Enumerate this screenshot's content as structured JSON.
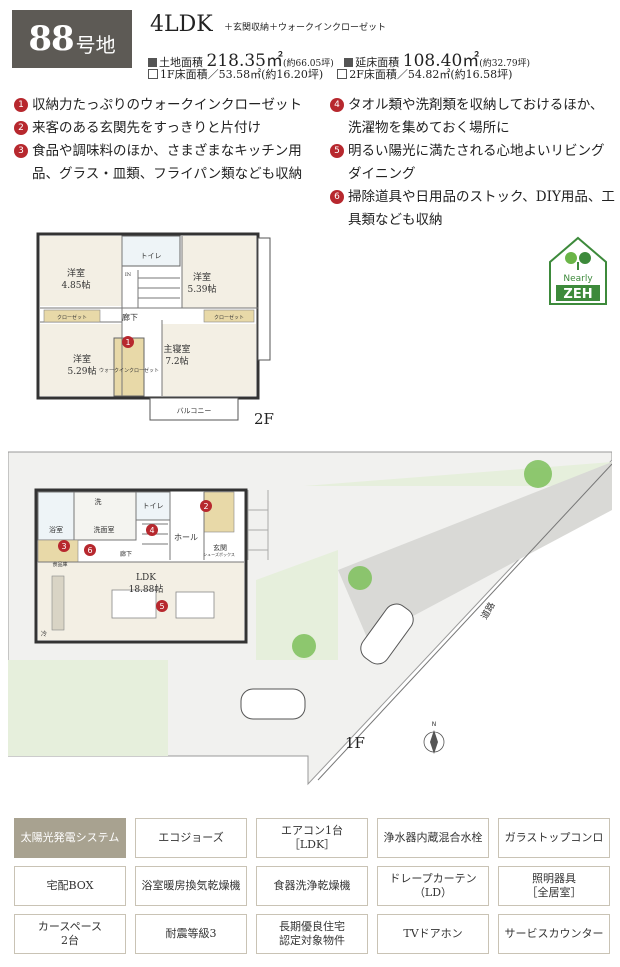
{
  "header": {
    "lot_number": "88",
    "lot_suffix": "号地",
    "plan_type": "4LDK",
    "plan_note": "＋玄関収納＋ウォークインクローゼット",
    "land_area_label": "土地面積",
    "land_area_value": "218.35㎡",
    "land_area_tsubo": "(約66.05坪)",
    "floor_total_label": "延床面積",
    "floor_total_value": "108.40㎡",
    "floor_total_tsubo": "(約32.79坪)",
    "f1_area": "1F床面積／53.58㎡(約16.20坪)",
    "f2_area": "2F床面積／54.82㎡(約16.58坪)"
  },
  "features": [
    {
      "num": "1",
      "text": "収納力たっぷりのウォークインクローゼット"
    },
    {
      "num": "2",
      "text": "来客のある玄関先をすっきりと片付け"
    },
    {
      "num": "3",
      "text": "食品や調味料のほか、さまざまなキッチン用品、グラス・皿類、フライパン類なども収納"
    },
    {
      "num": "4",
      "text": "タオル類や洗剤類を収納しておけるほか、洗濯物を集めておく場所に"
    },
    {
      "num": "5",
      "text": "明るい陽光に満たされる心地よいリビングダイニング"
    },
    {
      "num": "6",
      "text": "掃除道具や日用品のストック、DIY用品、工具類なども収納"
    }
  ],
  "zeh": {
    "line1": "Nearly",
    "line2": "ZEH"
  },
  "floor2": {
    "label": "2F",
    "rooms": {
      "r1": "洋室",
      "r1_size": "4.85帖",
      "r2": "洋室",
      "r2_size": "5.39帖",
      "r3": "洋室",
      "r3_size": "5.29帖",
      "master": "主寝室",
      "master_size": "7.2帖",
      "hall": "廊下",
      "toilet": "トイレ",
      "closet": "クローゼット",
      "wic": "ウォークインクローゼット",
      "balcony": "バルコニー",
      "in_label": "IN"
    }
  },
  "floor1": {
    "label": "1F",
    "rooms": {
      "ldk": "LDK",
      "ldk_size": "18.88帖",
      "bath": "浴室",
      "wash": "洗面室",
      "wash_short": "洗",
      "toilet": "トイレ",
      "hall": "ホール",
      "entrance": "玄関",
      "corridor": "廊下",
      "storage": "食品庫",
      "shoebox": "シューズボックス",
      "fridge": "冷",
      "road": "道路",
      "north": "N"
    }
  },
  "options": [
    {
      "label": "太陽光発電システム",
      "active": true
    },
    {
      "label": "エコジョーズ",
      "active": false
    },
    {
      "label": "エアコン1台\n［LDK］",
      "active": false
    },
    {
      "label": "浄水器内蔵混合水栓",
      "active": false
    },
    {
      "label": "ガラストップコンロ",
      "active": false
    },
    {
      "label": "宅配BOX",
      "active": false
    },
    {
      "label": "浴室暖房換気乾燥機",
      "active": false
    },
    {
      "label": "食器洗浄乾燥機",
      "active": false
    },
    {
      "label": "ドレープカーテン\n（LD）",
      "active": false
    },
    {
      "label": "照明器具\n［全居室］",
      "active": false
    },
    {
      "label": "カースペース\n2台",
      "active": false
    },
    {
      "label": "耐震等級3",
      "active": false
    },
    {
      "label": "長期優良住宅\n認定対象物件",
      "active": false
    },
    {
      "label": "TVドアホン",
      "active": false
    },
    {
      "label": "サービスカウンター",
      "active": false
    }
  ]
}
